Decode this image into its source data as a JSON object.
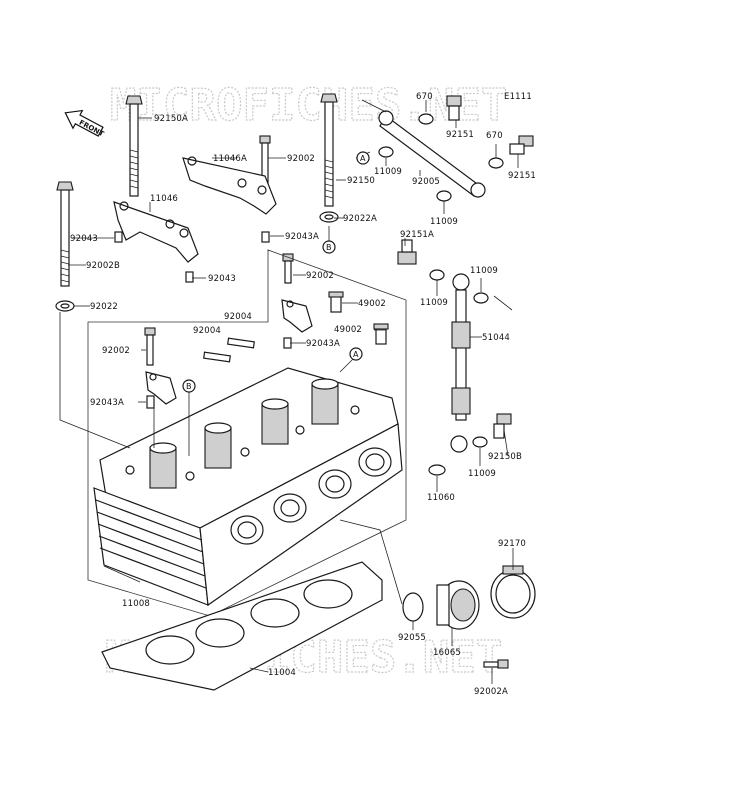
{
  "diagram_code": "E1111",
  "watermark": "MICROFICHES.NET",
  "front_label": "FRONT",
  "callouts": {
    "a": "A",
    "b": "B"
  },
  "parts": {
    "p92150A": "92150A",
    "p670_top": "670",
    "p92151_top": "92151",
    "p670_mid": "670",
    "p92151_mid": "92151",
    "p11046A": "11046A",
    "p92002_top": "92002",
    "p11009_1": "11009",
    "p92005": "92005",
    "p11046": "11046",
    "p92150": "92150",
    "p92022A": "92022A",
    "p11009_2": "11009",
    "p92043_1": "92043",
    "p92043A_1": "92043A",
    "p92151A": "92151A",
    "p92002B": "92002B",
    "p92043_2": "92043",
    "p92002_mid": "92002",
    "p11009_3": "11009",
    "p11009_4": "11009",
    "p92022": "92022",
    "p49002_1": "49002",
    "p92004_1": "92004",
    "p92004_2": "92004",
    "p49002_2": "49002",
    "p51044": "51044",
    "p92002_left": "92002",
    "p92043A_2": "92043A",
    "p92043A_3": "92043A",
    "p92150B": "92150B",
    "p11009_5": "11009",
    "p11060": "11060",
    "p92170": "92170",
    "p11008": "11008",
    "p92055": "92055",
    "p16065": "16065",
    "p11004": "11004",
    "p92002A": "92002A"
  }
}
